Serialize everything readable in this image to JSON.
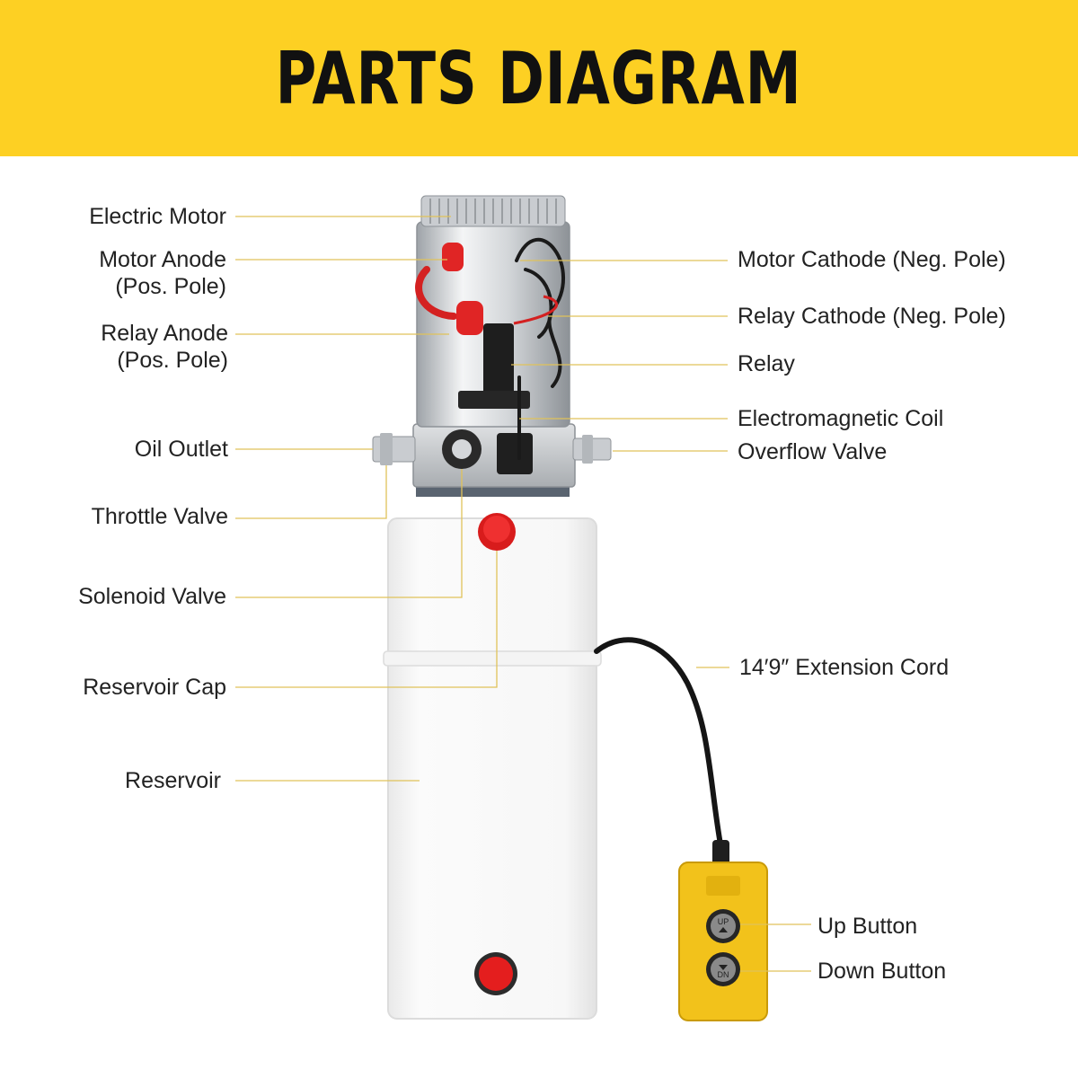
{
  "header": {
    "title": "PARTS DIAGRAM"
  },
  "labels": {
    "electric_motor": "Electric Motor",
    "motor_anode": "Motor Anode",
    "motor_anode_sub": "(Pos. Pole)",
    "relay_anode": "Relay Anode",
    "relay_anode_sub": "(Pos. Pole)",
    "oil_outlet": "Oil Outlet",
    "throttle_valve": "Throttle Valve",
    "solenoid_valve": "Solenoid Valve",
    "reservoir_cap": "Reservoir Cap",
    "reservoir": "Reservoir",
    "motor_cathode": "Motor Cathode (Neg. Pole)",
    "relay_cathode": "Relay Cathode (Neg. Pole)",
    "relay": "Relay",
    "electromagnetic_coil": "Electromagnetic Coil",
    "overflow_valve": "Overflow Valve",
    "extension_cord": "14′9″ Extension Cord",
    "up_button": "Up Button",
    "down_button": "Down Button"
  },
  "remote": {
    "up_text": "UP",
    "down_text": "DN"
  },
  "colors": {
    "banner": "#fdd023",
    "leader": "#e0c25a",
    "remote_body": "#f2c21b",
    "cap_red": "#e41e1e"
  }
}
